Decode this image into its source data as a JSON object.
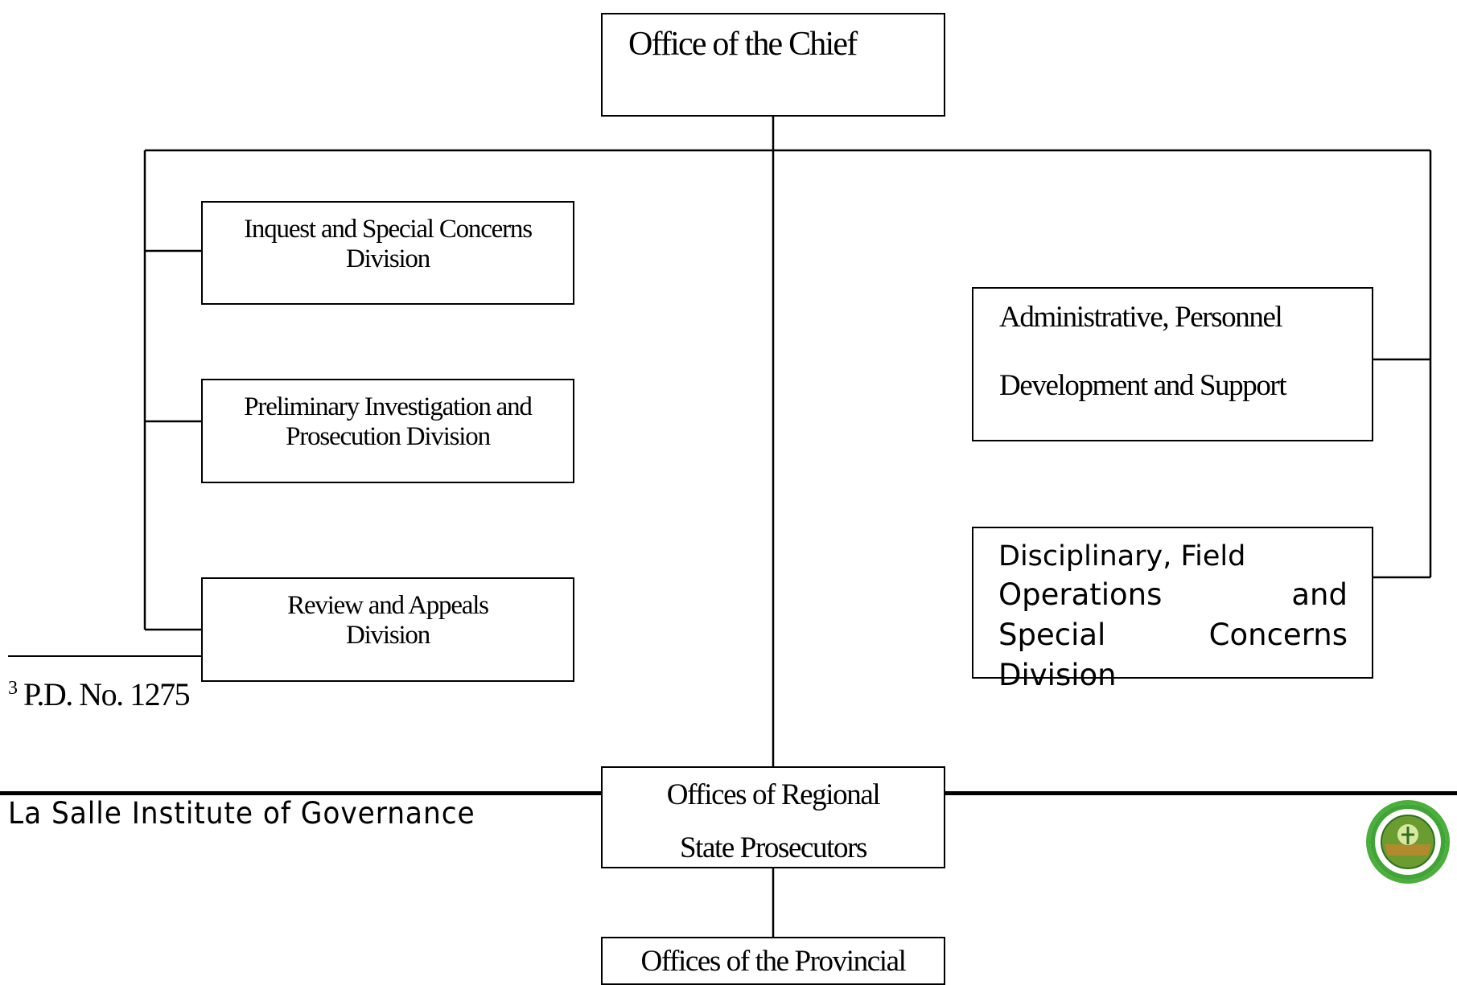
{
  "org_chart": {
    "chief": "Office of the Chief",
    "left_divisions": [
      {
        "line1": "Inquest and Special Concerns",
        "line2": "Division"
      },
      {
        "line1": "Preliminary Investigation and",
        "line2": "Prosecution Division"
      },
      {
        "line1": "Review and Appeals",
        "line2": "Division"
      }
    ],
    "admin": {
      "line1": "Administrative, Personnel",
      "line2": "Development and Support"
    },
    "disciplinary": {
      "line1": "Disciplinary, Field",
      "line2a": "Operations",
      "line2b": "and",
      "line3a": "Special",
      "line3b": "Concerns",
      "line4": "Division"
    },
    "regional": {
      "line1": "Offices of Regional",
      "line2": "State Prosecutors"
    },
    "bottom_partial": "Offices of the Provincial"
  },
  "footnote": {
    "marker": "3",
    "text": "P.D. No. 1275"
  },
  "footer": {
    "institute": "La Salle Institute of Governance",
    "seal_color": "#3fa535"
  }
}
